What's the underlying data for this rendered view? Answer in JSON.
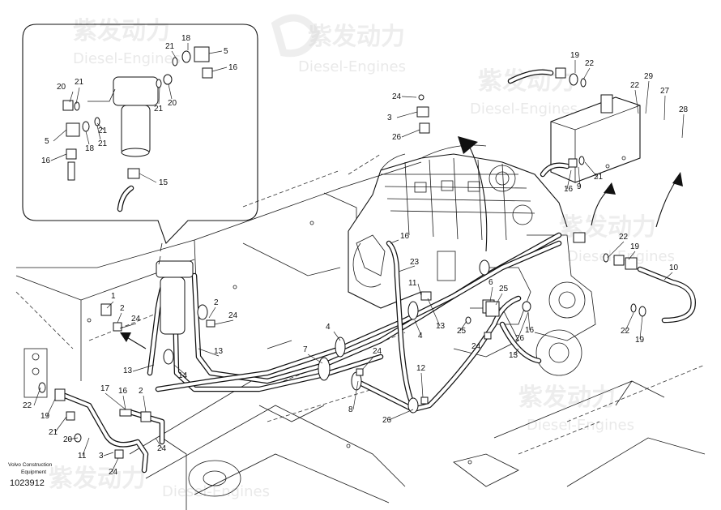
{
  "footer": {
    "brand_line1": "Volvo Construction",
    "brand_line2": "Equipment",
    "drawing_number": "1023912"
  },
  "watermark": {
    "cn": "紫发动力",
    "en": "Diesel-Engines"
  },
  "callouts": {
    "detail": [
      "20",
      "21",
      "21",
      "18",
      "5",
      "16",
      "21",
      "20",
      "21",
      "5",
      "18",
      "21",
      "16",
      "15"
    ],
    "main": [
      "24",
      "3",
      "26",
      "19",
      "22",
      "22",
      "29",
      "27",
      "28",
      "16",
      "23",
      "11",
      "1",
      "2",
      "24",
      "2",
      "24",
      "4",
      "13",
      "13",
      "14",
      "7",
      "24",
      "12",
      "17",
      "16",
      "2",
      "22",
      "19",
      "21",
      "20",
      "11",
      "3",
      "24",
      "24",
      "8",
      "26",
      "9",
      "21",
      "16",
      "22",
      "19",
      "10",
      "6",
      "25",
      "4",
      "13",
      "25",
      "24",
      "26",
      "16",
      "13",
      "22",
      "19"
    ]
  }
}
